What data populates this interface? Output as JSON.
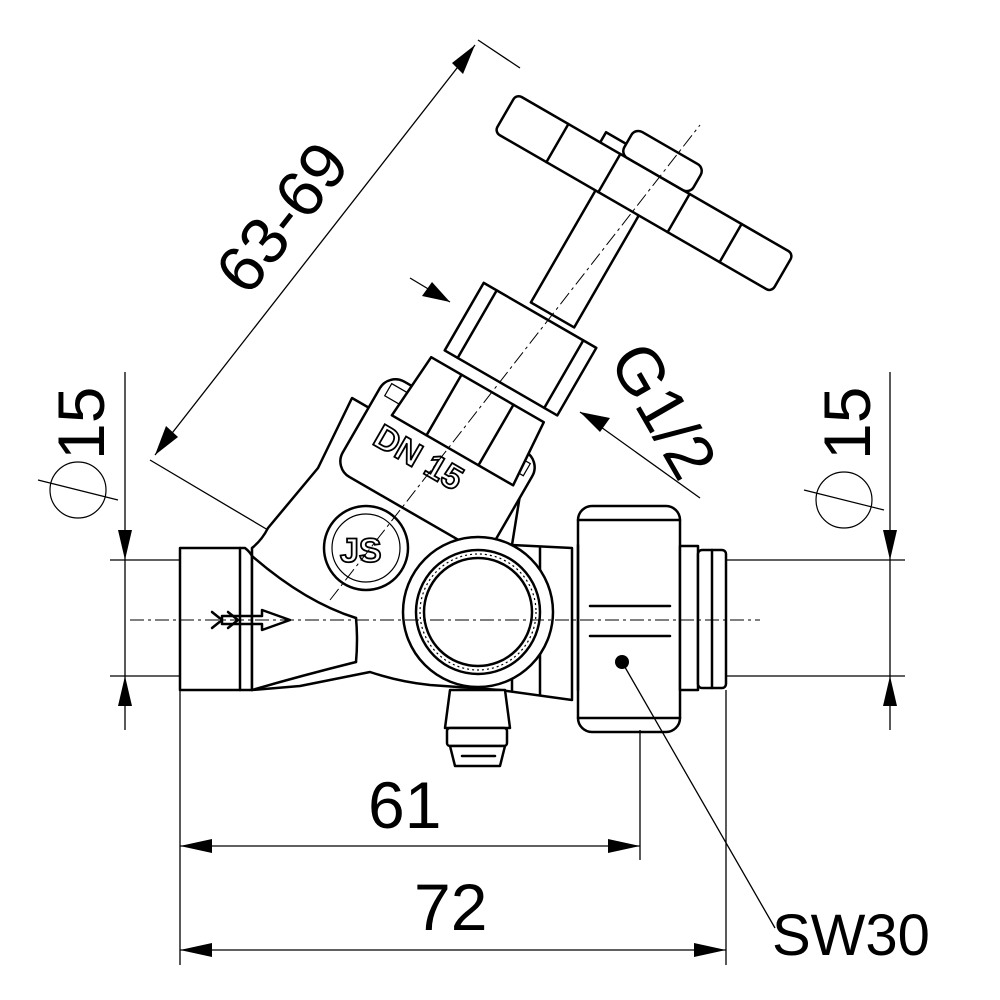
{
  "dimensions": {
    "handwheel_height": "63-69",
    "thread": "G1/2",
    "inlet_diameter": "15",
    "outlet_diameter": "15",
    "length_to_nut": "61",
    "total_length": "72",
    "wrench_size": "SW30"
  },
  "body_marking": {
    "nominal_size": "DN 15",
    "logo": "JS"
  },
  "symbols": {
    "diameter": "diameter-symbol",
    "flow_direction": "flow-arrow-icon"
  }
}
